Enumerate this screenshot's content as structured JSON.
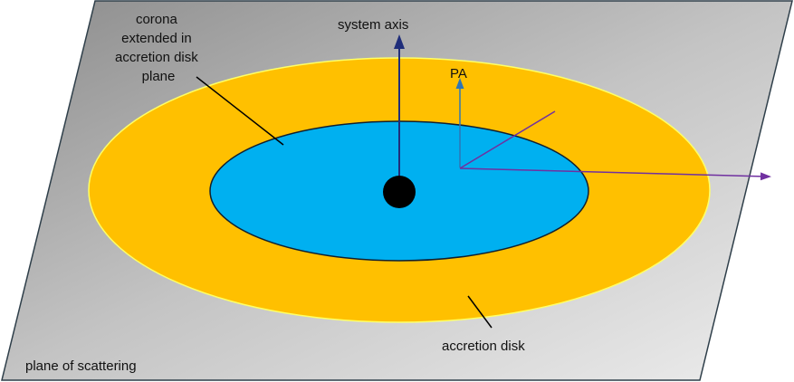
{
  "labels": {
    "corona": [
      "corona",
      "extended in",
      "accretion disk",
      "plane"
    ],
    "system_axis": "system axis",
    "pa": "PA",
    "accretion_disk": "accretion disk",
    "plane_of_scattering": "plane of scattering"
  },
  "colors": {
    "disk": "#FFC000",
    "corona": "#00B0F0",
    "axis": "#1F2D7A",
    "pa": "#2E75B6",
    "polarization": "#7030A0"
  }
}
